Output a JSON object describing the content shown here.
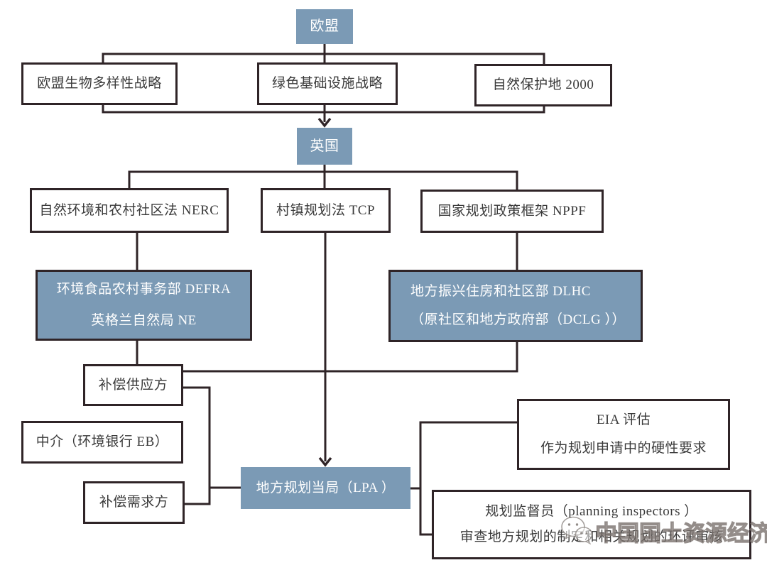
{
  "figure": {
    "type": "flowchart",
    "topic": "EU–UK biodiversity / planning governance structure"
  },
  "nodes": {
    "eu": {
      "label": "欧盟"
    },
    "bio": {
      "label": "欧盟生物多样性战略"
    },
    "green": {
      "label": "绿色基础设施战略"
    },
    "natura": {
      "label": "自然保护地 2000"
    },
    "uk": {
      "label": "英国"
    },
    "nerc": {
      "label": "自然环境和农村社区法 NERC"
    },
    "tcp": {
      "label": "村镇规划法 TCP"
    },
    "nppf": {
      "label": "国家规划政策框架 NPPF"
    },
    "defra": {
      "line1": "环境食品农村事务部 DEFRA",
      "line2": "英格兰自然局 NE"
    },
    "dlhc": {
      "line1": "地方振兴住房和社区部 DLHC",
      "line2": "（原社区和地方政府部（DCLG ））"
    },
    "supply": {
      "label": "补偿供应方"
    },
    "broker": {
      "label": "中介（环境银行 EB）"
    },
    "demand": {
      "label": "补偿需求方"
    },
    "lpa": {
      "label": "地方规划当局（LPA ）"
    },
    "eia": {
      "line1": "EIA 评估",
      "line2": "作为规划申请中的硬性要求"
    },
    "inspectors": {
      "line1": "规划监督员（planning inspectors ）",
      "line2": "审查地方规划的制定和相关规划的环评审核"
    }
  },
  "watermark": {
    "text": "中国国土资源经济",
    "icon": "wechat-icon"
  },
  "colors": {
    "node_fill_blue": "#7b9ab5",
    "line": "#2f2427",
    "text_dark": "#3a3a3a",
    "text_light": "#fefefe",
    "watermark": "#968d88"
  }
}
